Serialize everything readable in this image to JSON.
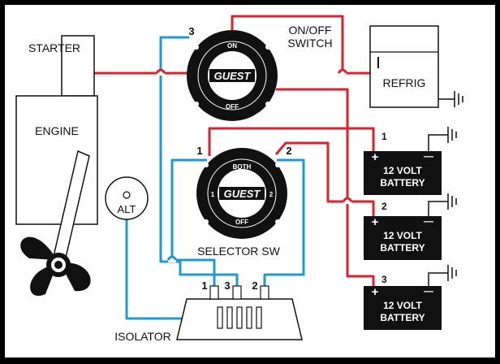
{
  "labels": {
    "starter": "STARTER",
    "engine": "ENGINE",
    "alt": "ALT",
    "isolator": "ISOLATOR",
    "on_off_switch_line1": "ON/OFF",
    "on_off_switch_line2": "SWITCH",
    "selector_sw": "SELECTOR SW",
    "refrig": "REFRIG"
  },
  "on_off_switch": {
    "top": "ON",
    "bottom": "OFF",
    "brand": "GUEST",
    "terminal": "3"
  },
  "selector_switch": {
    "top": "BOTH",
    "left": "1",
    "right": "2",
    "bottom": "OFF",
    "brand": "GUEST",
    "terminal_left": "1",
    "terminal_right": "2"
  },
  "isolator_terminals": [
    "1",
    "3",
    "2"
  ],
  "batteries": [
    {
      "number": "1",
      "line1": "12 VOLT",
      "line2": "BATTERY",
      "plus": "+",
      "minus": "—"
    },
    {
      "number": "2",
      "line1": "12 VOLT",
      "line2": "BATTERY",
      "plus": "+",
      "minus": "—"
    },
    {
      "number": "3",
      "line1": "12 VOLT",
      "line2": "BATTERY",
      "plus": "+",
      "minus": "—"
    }
  ],
  "colors": {
    "positive_wire": "#e2202c",
    "charge_wire": "#1e9ad6",
    "component_fill": "#ffffff",
    "switch_body": "#111111"
  }
}
